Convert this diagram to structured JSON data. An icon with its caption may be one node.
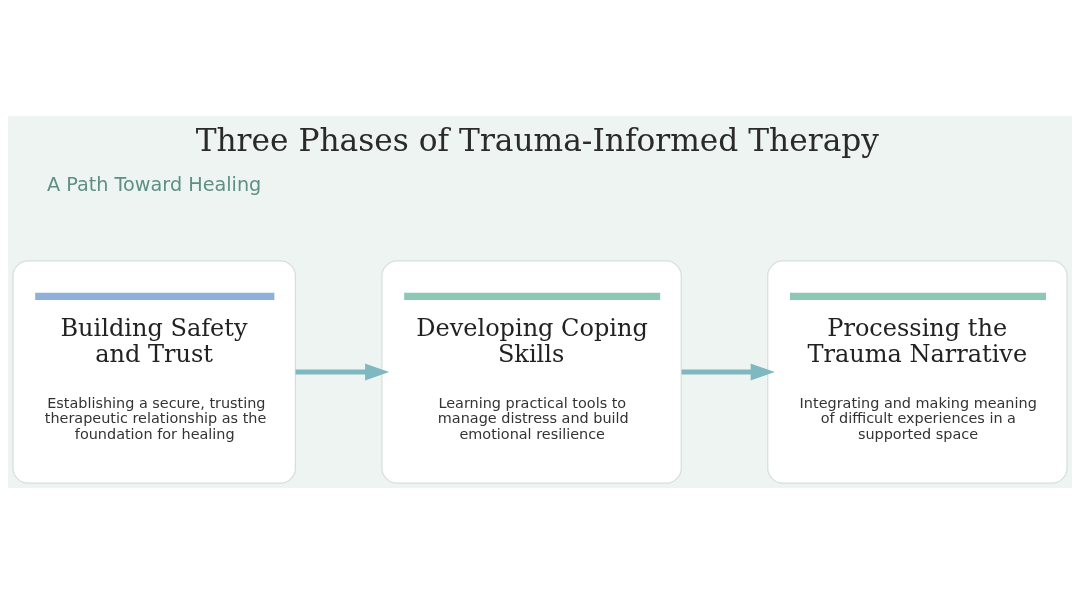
{
  "diagram": {
    "title": "Three Phases of Trauma-Informed Therapy",
    "nodes": [
      {
        "text": [
          "Building Safety and Trust",
          "Establishing a secure, trusting therapeutic relationship as the foundation for healing"
        ]
      },
      {
        "text": [
          "Developing Coping Skills",
          "Learning practical tools to manage distress and build emotional resilience"
        ]
      },
      {
        "text": [
          "Processing the Trauma Narrative",
          "Integrating and making meaning of difficult experiences in a supported space"
        ]
      }
    ],
    "edges": [
      {
        "from": 0,
        "to": 1,
        "arrow": "to"
      },
      {
        "from": 1,
        "to": 2,
        "arrow": "to"
      }
    ],
    "labels": [
      "A Path Toward Healing"
    ]
  }
}
